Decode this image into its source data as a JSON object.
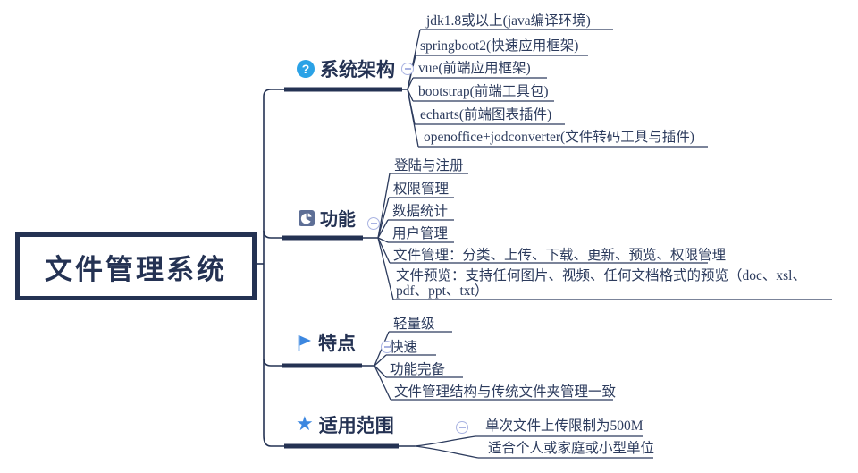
{
  "root": {
    "label": "文件管理系统"
  },
  "branches": [
    {
      "label": "系统架构",
      "icon": "question-icon",
      "children": [
        "jdk1.8或以上(java编译环境)",
        "springboot2(快速应用框架)",
        "vue(前端应用框架)",
        "bootstrap(前端工具包)",
        "echarts(前端图表插件)",
        "openoffice+jodconverter(文件转码工具与插件)"
      ]
    },
    {
      "label": "功能",
      "icon": "pie-chart-icon",
      "children": [
        "登陆与注册",
        "权限管理",
        "数据统计",
        "用户管理",
        "文件管理：分类、上传、下载、更新、预览、权限管理",
        "文件预览：支持任何图片、视频、任何文档格式的预览（doc、xsl、pdf、ppt、txt）"
      ]
    },
    {
      "label": "特点",
      "icon": "flag-icon",
      "children": [
        "轻量级",
        "快速",
        "功能完备",
        "文件管理结构与传统文件夹管理一致"
      ]
    },
    {
      "label": "适用范围",
      "icon": "star-icon",
      "children": [
        "单次文件上传限制为500M",
        "适合个人或家庭或小型单位"
      ]
    }
  ],
  "icons": {
    "star_glyph": "★",
    "question_glyph": "?"
  },
  "colors": {
    "line_navy": "#243253",
    "text_navy": "#2c3b5d",
    "question_icon_blue": "#2ba2e6",
    "pie_icon_slate": "#5e6f96",
    "flag_star_blue": "#3c87e0",
    "collapse_periwinkle": "#a9b3e2"
  }
}
